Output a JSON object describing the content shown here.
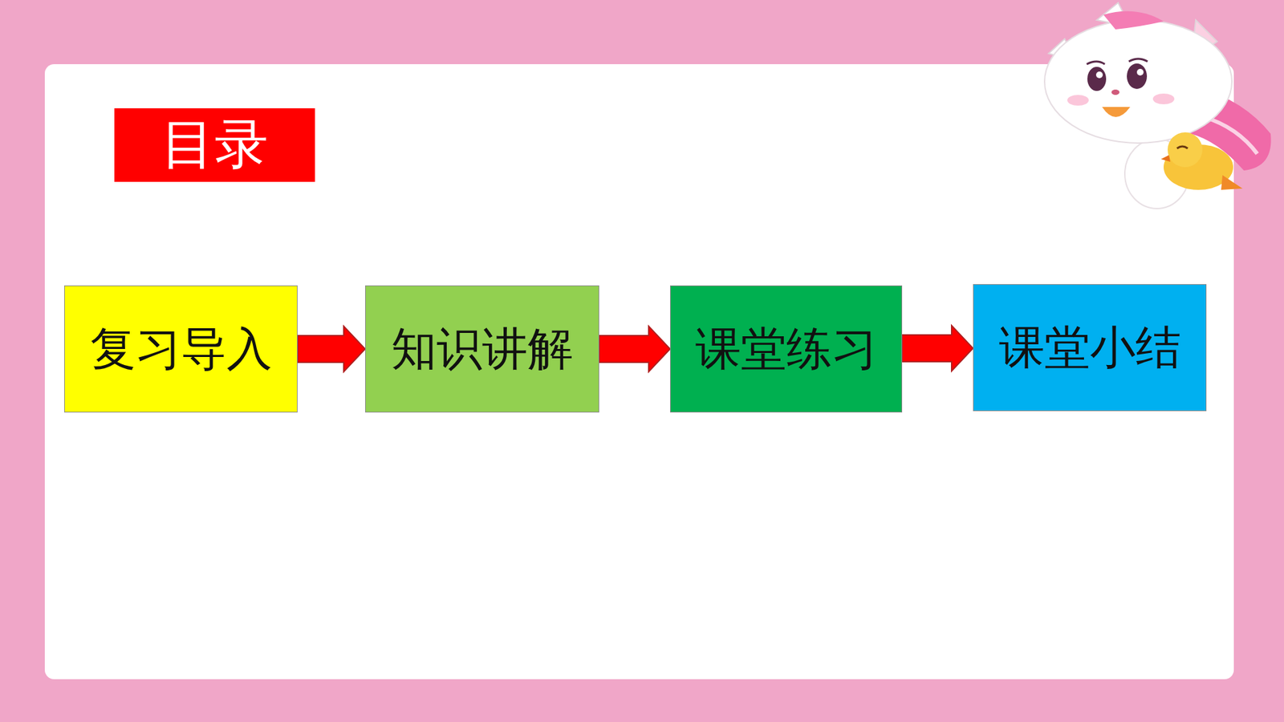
{
  "diagram": {
    "title": "目录",
    "nodes": [
      {
        "text": [
          "复习导入"
        ]
      },
      {
        "text": [
          "知识讲解"
        ]
      },
      {
        "text": [
          "课堂练习"
        ]
      },
      {
        "text": [
          "课堂小结"
        ]
      }
    ],
    "edges": [
      {
        "from": 0,
        "to": 1,
        "arrow": "to"
      },
      {
        "from": 1,
        "to": 2,
        "arrow": "to"
      },
      {
        "from": 2,
        "to": 3,
        "arrow": "to"
      }
    ]
  }
}
